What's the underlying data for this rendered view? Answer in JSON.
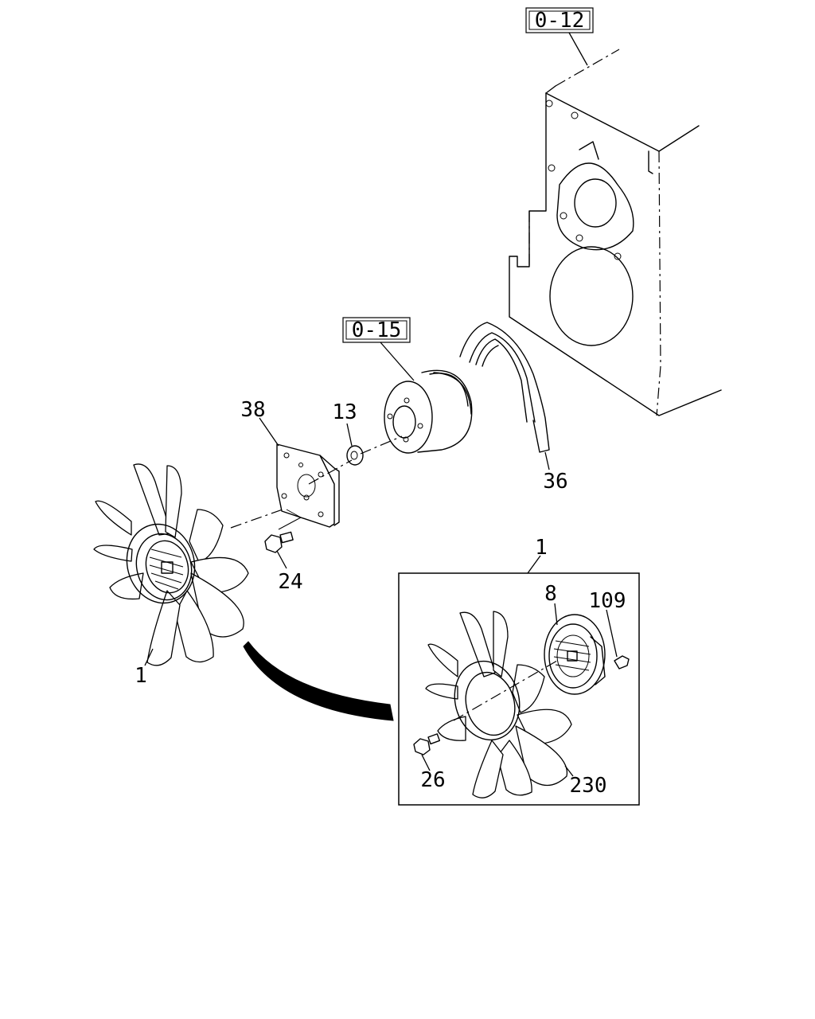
{
  "reference_boxes": {
    "ref_top": "0-12",
    "ref_pulley": "0-15"
  },
  "callouts": {
    "fan_spacer": "38",
    "washer": "13",
    "drive_belt": "36",
    "spacer_bolt": "24",
    "fan_assembly": "1",
    "detail_title": "1",
    "clutch": "8",
    "clutch_bolt": "109",
    "blade_bolt": "26",
    "fan_blade": "230"
  }
}
